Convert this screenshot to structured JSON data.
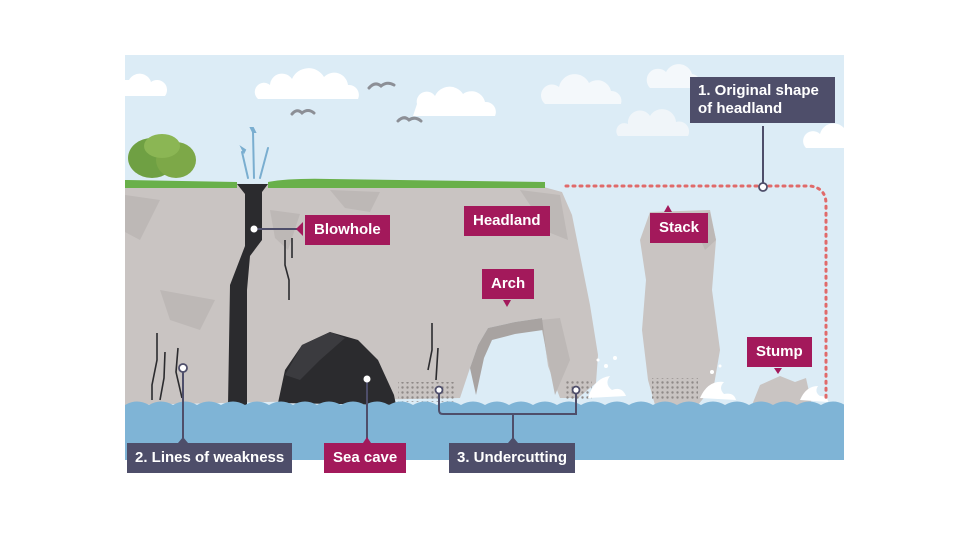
{
  "diagram": {
    "labels": {
      "original_shape": {
        "line1": "1. Original shape",
        "line2": "of headland"
      },
      "blowhole": "Blowhole",
      "headland": "Headland",
      "stack": "Stack",
      "arch": "Arch",
      "stump": "Stump",
      "lines_of_weakness": "2. Lines of weakness",
      "sea_cave": "Sea cave",
      "undercutting": "3. Undercutting"
    },
    "colors": {
      "sky": "#dcecf6",
      "cloud": "#ffffff",
      "rock": "#c9c4c2",
      "rock_shadow": "#b3aeac",
      "grass": "#69b04a",
      "tree": "#7da848",
      "sea": "#7fb4d6",
      "sea_dark": "#6aa3c9",
      "cave": "#2b2b2e",
      "magenta_label": "#a3195b",
      "slate_label": "#4e4e6a",
      "dotted_outline": "#e06a6a"
    }
  }
}
